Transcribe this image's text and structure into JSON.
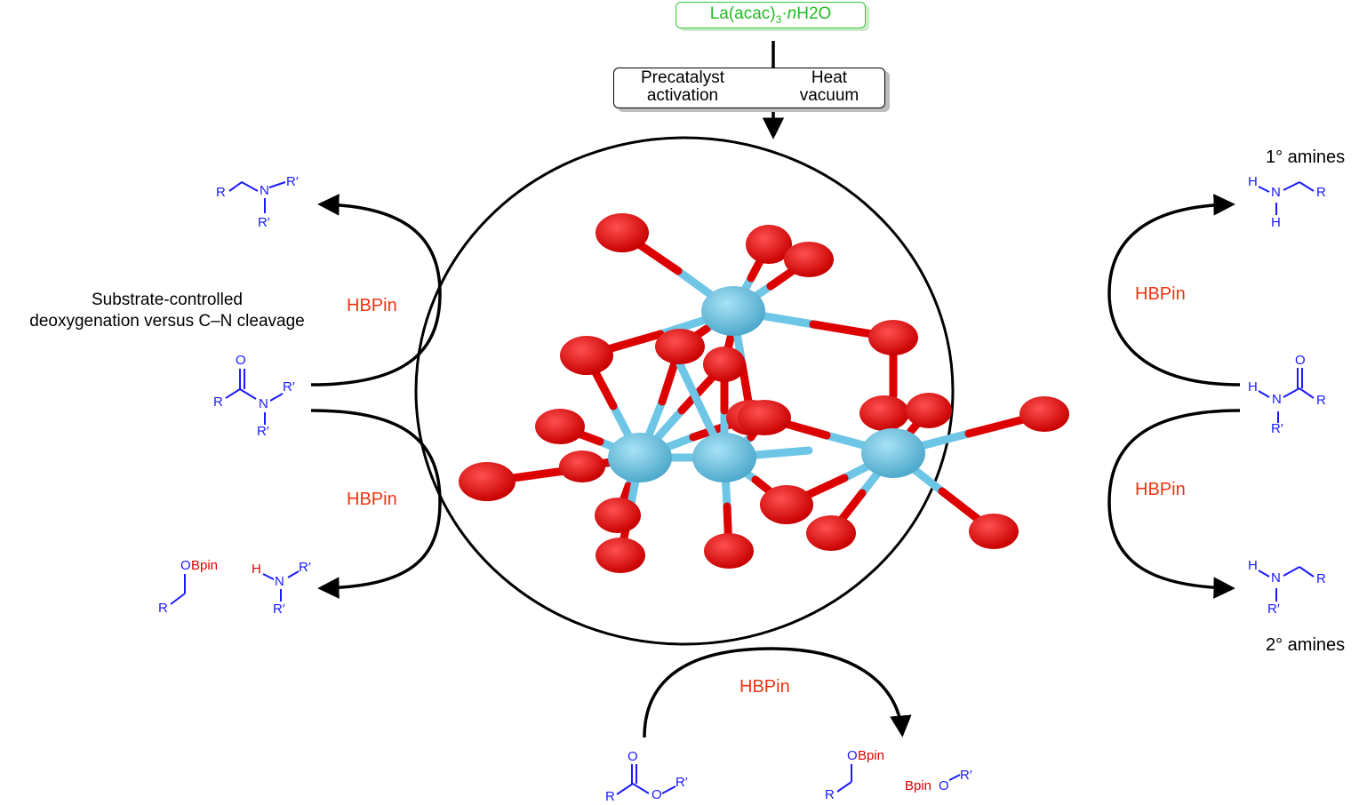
{
  "precursor": {
    "prefix": "La(acac)",
    "subscript": "3",
    "dot": "·",
    "n": "n",
    "water": "H2O"
  },
  "activation_box": {
    "left_line1": "Precatalyst",
    "left_line2": "activation",
    "right_line1": "Heat",
    "right_line2": "vacuum"
  },
  "reagent": "HBPin",
  "note": {
    "line1": "Substrate-controlled",
    "line2": "deoxygenation versus C–N cleavage"
  },
  "amine_labels": {
    "primary": "1° amines",
    "secondary": "2° amines"
  },
  "atoms": {
    "R": "R",
    "Rp": "R′",
    "N": "N",
    "O": "O",
    "H": "H",
    "OBpin": "OBpin",
    "Bpin": "Bpin",
    "BpinO": "BpinO"
  },
  "colors": {
    "structure_blue": "#1a1aff",
    "reagent_red": "#ee3311",
    "boron_red": "#dd0000",
    "precursor_green": "#22bb22",
    "la_atom": "#6ec6e6",
    "o_atom": "#dd0000"
  }
}
